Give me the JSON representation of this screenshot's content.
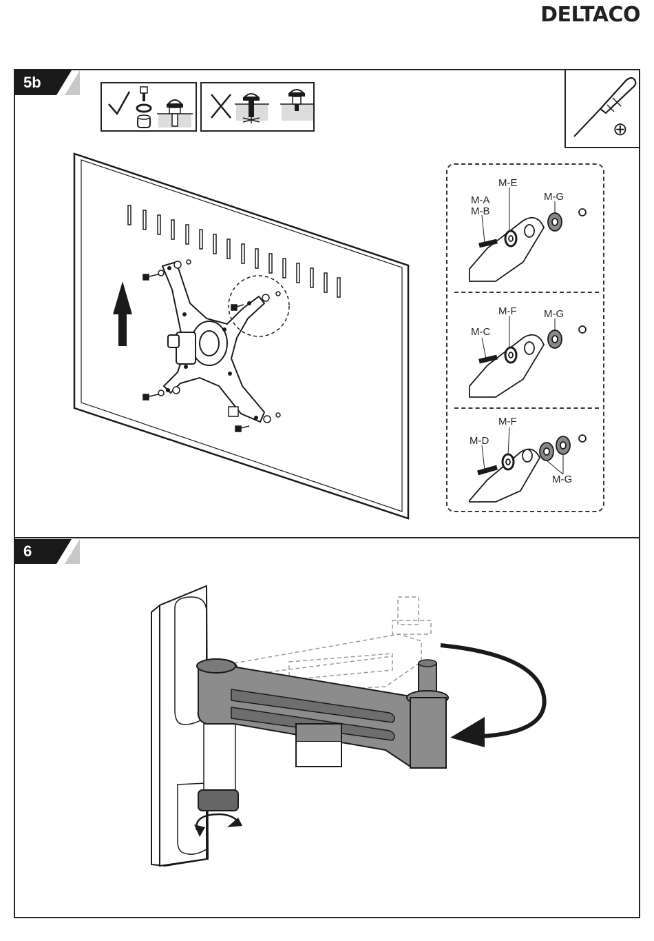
{
  "header": {
    "brand": "DELTACO"
  },
  "steps": [
    {
      "number": "5b"
    },
    {
      "number": "6"
    }
  ],
  "legend": {
    "correct_icon": "checkmark-icon",
    "wrong_icon": "cross-icon"
  },
  "tool": {
    "icon": "phillips-screwdriver-icon",
    "bit": "⊕"
  },
  "callouts": {
    "row1": {
      "washer": "M-E",
      "screw_a": "M-A",
      "screw_b": "M-B",
      "spacer": "M-G"
    },
    "row2": {
      "washer": "M-F",
      "screw": "M-C",
      "spacer": "M-G"
    },
    "row3": {
      "washer": "M-F",
      "screw": "M-D",
      "spacer": "M-G"
    }
  },
  "colors": {
    "ink": "#1a1a1a",
    "arm_gray": "#8c8c8c",
    "step_gray": "#c8c8c8"
  }
}
